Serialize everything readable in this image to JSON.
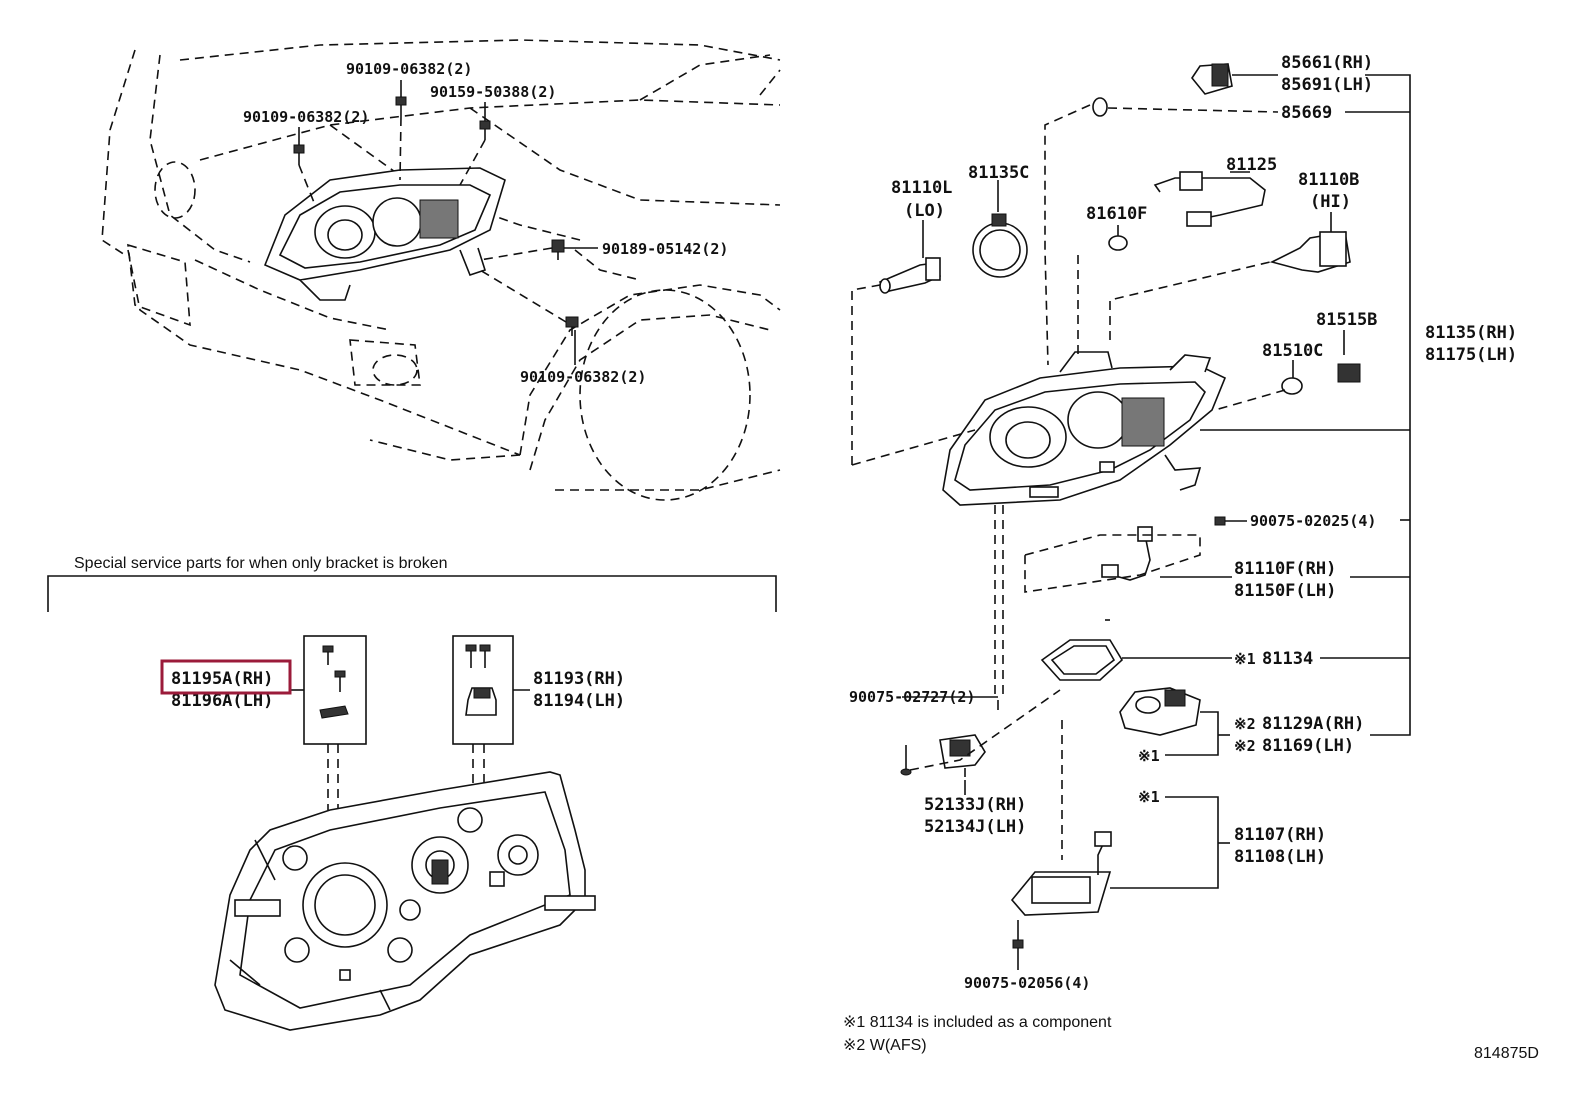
{
  "diagram": {
    "bracket_section_title": "Special service parts for when only bracket is broken",
    "top_left_callouts": {
      "c1": "90109-06382(2)",
      "c2": "90109-06382(2)",
      "c3": "90159-50388(2)",
      "c4": "90189-05142(2)",
      "c5": "90109-06382(2)"
    },
    "bracket_parts": {
      "left_rh": "81195A(RH)",
      "left_lh": "81196A(LH)",
      "right_rh": "81193(RH)",
      "right_lh": "81194(LH)"
    },
    "exploded_parts": {
      "p85661": "85661(RH)",
      "p85691": "85691(LH)",
      "p85669": "85669",
      "p81135c": "81135C",
      "p81110l": "81110L",
      "p81110l_note": "(LO)",
      "p81125": "81125",
      "p81110b": "81110B",
      "p81110b_note": "(HI)",
      "p81610f": "81610F",
      "p81515b": "81515B",
      "p81510c": "81510C",
      "p81135": "81135(RH)",
      "p81175": "81175(LH)",
      "p90075a": "90075-02025(4)",
      "p81110f": "81110F(RH)",
      "p81150f": "81150F(LH)",
      "p81134_mark": "※1",
      "p81134": "81134",
      "p90075b": "90075-02727(2)",
      "p81129a_mark": "※2",
      "p81129a": "81129A(RH)",
      "p81169_mark": "※2",
      "p81169": "81169(LH)",
      "p81129_note": "※1",
      "p52133j": "52133J(RH)",
      "p52134j": "52134J(LH)",
      "p81107_note": "※1",
      "p81107": "81107(RH)",
      "p81108": "81108(LH)",
      "p90075c": "90075-02056(4)"
    },
    "footnotes": {
      "note1": "※1 81134 is included as a component",
      "note2": "※2 W(AFS)"
    },
    "illustration_number": "814875D",
    "highlight_color": "#9b1b3a"
  }
}
